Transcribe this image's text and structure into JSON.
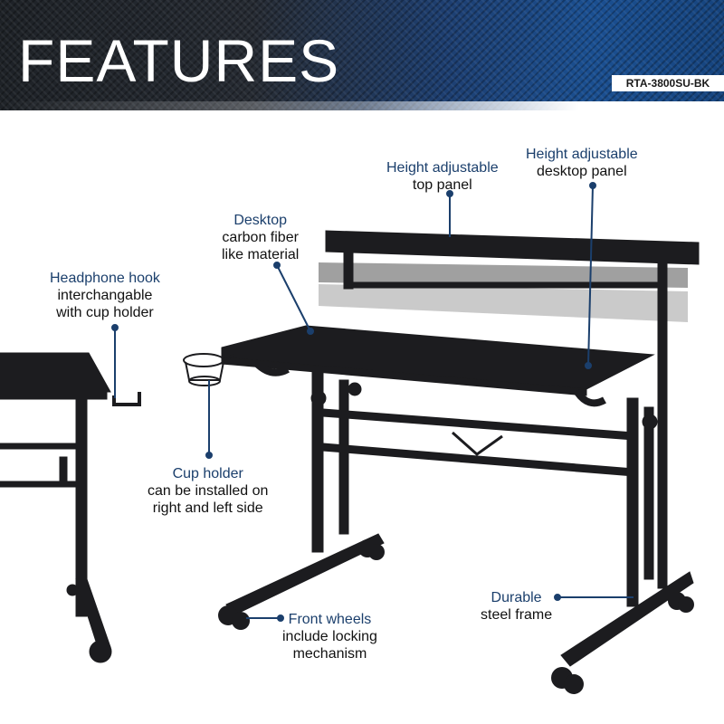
{
  "banner": {
    "title": "FEATURES",
    "model": "RTA-3800SU-BK"
  },
  "callouts": {
    "top_panel": {
      "heading": "Height adjustable",
      "lines": [
        "top panel"
      ]
    },
    "desktop_panel": {
      "heading": "Height adjustable",
      "lines": [
        "desktop panel"
      ]
    },
    "desktop_material": {
      "heading": "Desktop",
      "lines": [
        "carbon fiber",
        "like material"
      ]
    },
    "headphone_hook": {
      "heading": "Headphone hook",
      "lines": [
        "interchangable",
        "with cup holder"
      ]
    },
    "cup_holder": {
      "heading": "Cup holder",
      "lines": [
        "can be installed on",
        "right and left side"
      ]
    },
    "front_wheels": {
      "heading": "Front wheels",
      "lines": [
        "include locking",
        "mechanism"
      ]
    },
    "frame": {
      "heading": "Durable",
      "lines": [
        "steel frame"
      ]
    }
  },
  "colors": {
    "heading_blue": "#1b3f6c",
    "leader_line": "#1b3f6c",
    "furniture": "#1c1c1f",
    "ghost_panel": "#9a9a9a"
  }
}
